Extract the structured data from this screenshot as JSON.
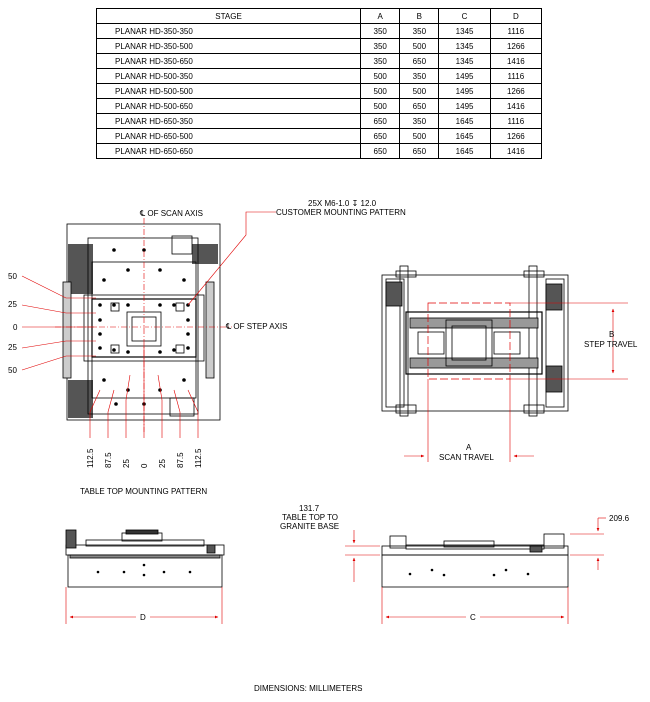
{
  "table": {
    "headers": [
      "STAGE",
      "A",
      "B",
      "C",
      "D"
    ],
    "rows": [
      [
        "PLANAR HD-350-350",
        "350",
        "350",
        "1345",
        "1116"
      ],
      [
        "PLANAR HD-350-500",
        "350",
        "500",
        "1345",
        "1266"
      ],
      [
        "PLANAR HD-350-650",
        "350",
        "650",
        "1345",
        "1416"
      ],
      [
        "PLANAR HD-500-350",
        "500",
        "350",
        "1495",
        "1116"
      ],
      [
        "PLANAR HD-500-500",
        "500",
        "500",
        "1495",
        "1266"
      ],
      [
        "PLANAR HD-500-650",
        "500",
        "650",
        "1495",
        "1416"
      ],
      [
        "PLANAR HD-650-350",
        "650",
        "350",
        "1645",
        "1116"
      ],
      [
        "PLANAR HD-650-500",
        "650",
        "500",
        "1645",
        "1266"
      ],
      [
        "PLANAR HD-650-650",
        "650",
        "650",
        "1645",
        "1416"
      ]
    ]
  },
  "labels": {
    "mount_spec": "25X M6-1.0 ↧ 12.0",
    "mount_pattern": "CUSTOMER MOUNTING PATTERN",
    "scan_axis": "℄ OF SCAN AXIS",
    "step_axis": "℄ OF STEP AXIS",
    "step_travel_letter": "B",
    "step_travel": "STEP TRAVEL",
    "scan_travel_letter": "A",
    "scan_travel": "SCAN TRAVEL",
    "table_top_pattern": "TABLE TOP MOUNTING PATTERN",
    "height_value": "131.7",
    "height_desc1": "TABLE TOP TO",
    "height_desc2": "GRANITE BASE",
    "overall_height": "209.6",
    "dim_d": "D",
    "dim_c": "C",
    "units": "DIMENSIONS:  MILLIMETERS"
  },
  "left_dims": [
    "50",
    "25",
    "0",
    "25",
    "50"
  ],
  "bottom_dims": [
    "112.5",
    "87.5",
    "25",
    "0",
    "25",
    "87.5",
    "112.5"
  ],
  "colors": {
    "dimension": "#e00000",
    "line": "#000000"
  }
}
